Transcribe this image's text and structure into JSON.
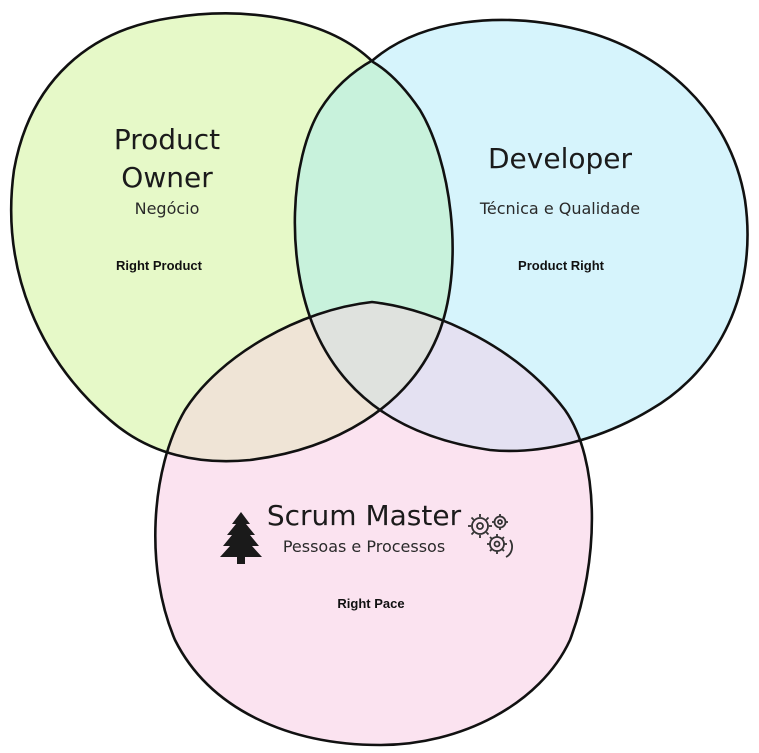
{
  "circles": [
    {
      "id": "product-owner",
      "title_line1": "Product",
      "title_line2": "Owner",
      "subtitle": "Negócio",
      "tag": "Right Product",
      "fill": "#e6f9c8"
    },
    {
      "id": "developer",
      "title": "Developer",
      "subtitle": "Técnica e Qualidade",
      "tag": "Product Right",
      "fill": "#d6f4fc"
    },
    {
      "id": "scrum-master",
      "title": "Scrum Master",
      "subtitle": "Pessoas e Processos",
      "tag": "Right Pace",
      "fill": "#fbe3f0"
    }
  ],
  "overlap_colors": {
    "po_dev": "#c8f2dc",
    "po_sm": "#efe4d6",
    "dev_sm": "#e4e1f2",
    "center": "#dfe2de"
  },
  "stroke_color": "#111111",
  "icons": {
    "left": "pine-tree-icon",
    "right": "gears-icon"
  }
}
